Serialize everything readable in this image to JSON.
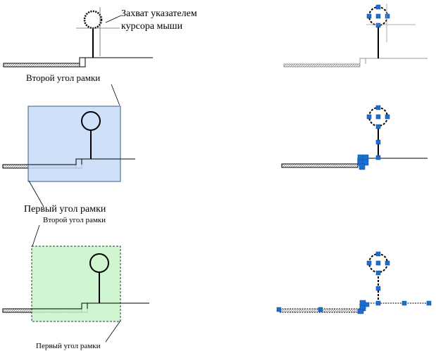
{
  "labels": {
    "cursor_grip": [
      "Захват указателем",
      "курсора мыши"
    ],
    "second_corner_1": "Второй угол рамки",
    "first_corner_1": "Первый угол рамки",
    "second_corner_2": "Второй угол рамки",
    "first_corner_2": "Первый угол рамки"
  },
  "colors": {
    "window_fill": "#c5dcf7",
    "crossing_fill": "#c7f5c9",
    "grip": "#1a6fd1",
    "line": "#000000"
  },
  "icons": [
    "grip-square",
    "selection-window",
    "crossing-window",
    "crosshair-cursor"
  ]
}
